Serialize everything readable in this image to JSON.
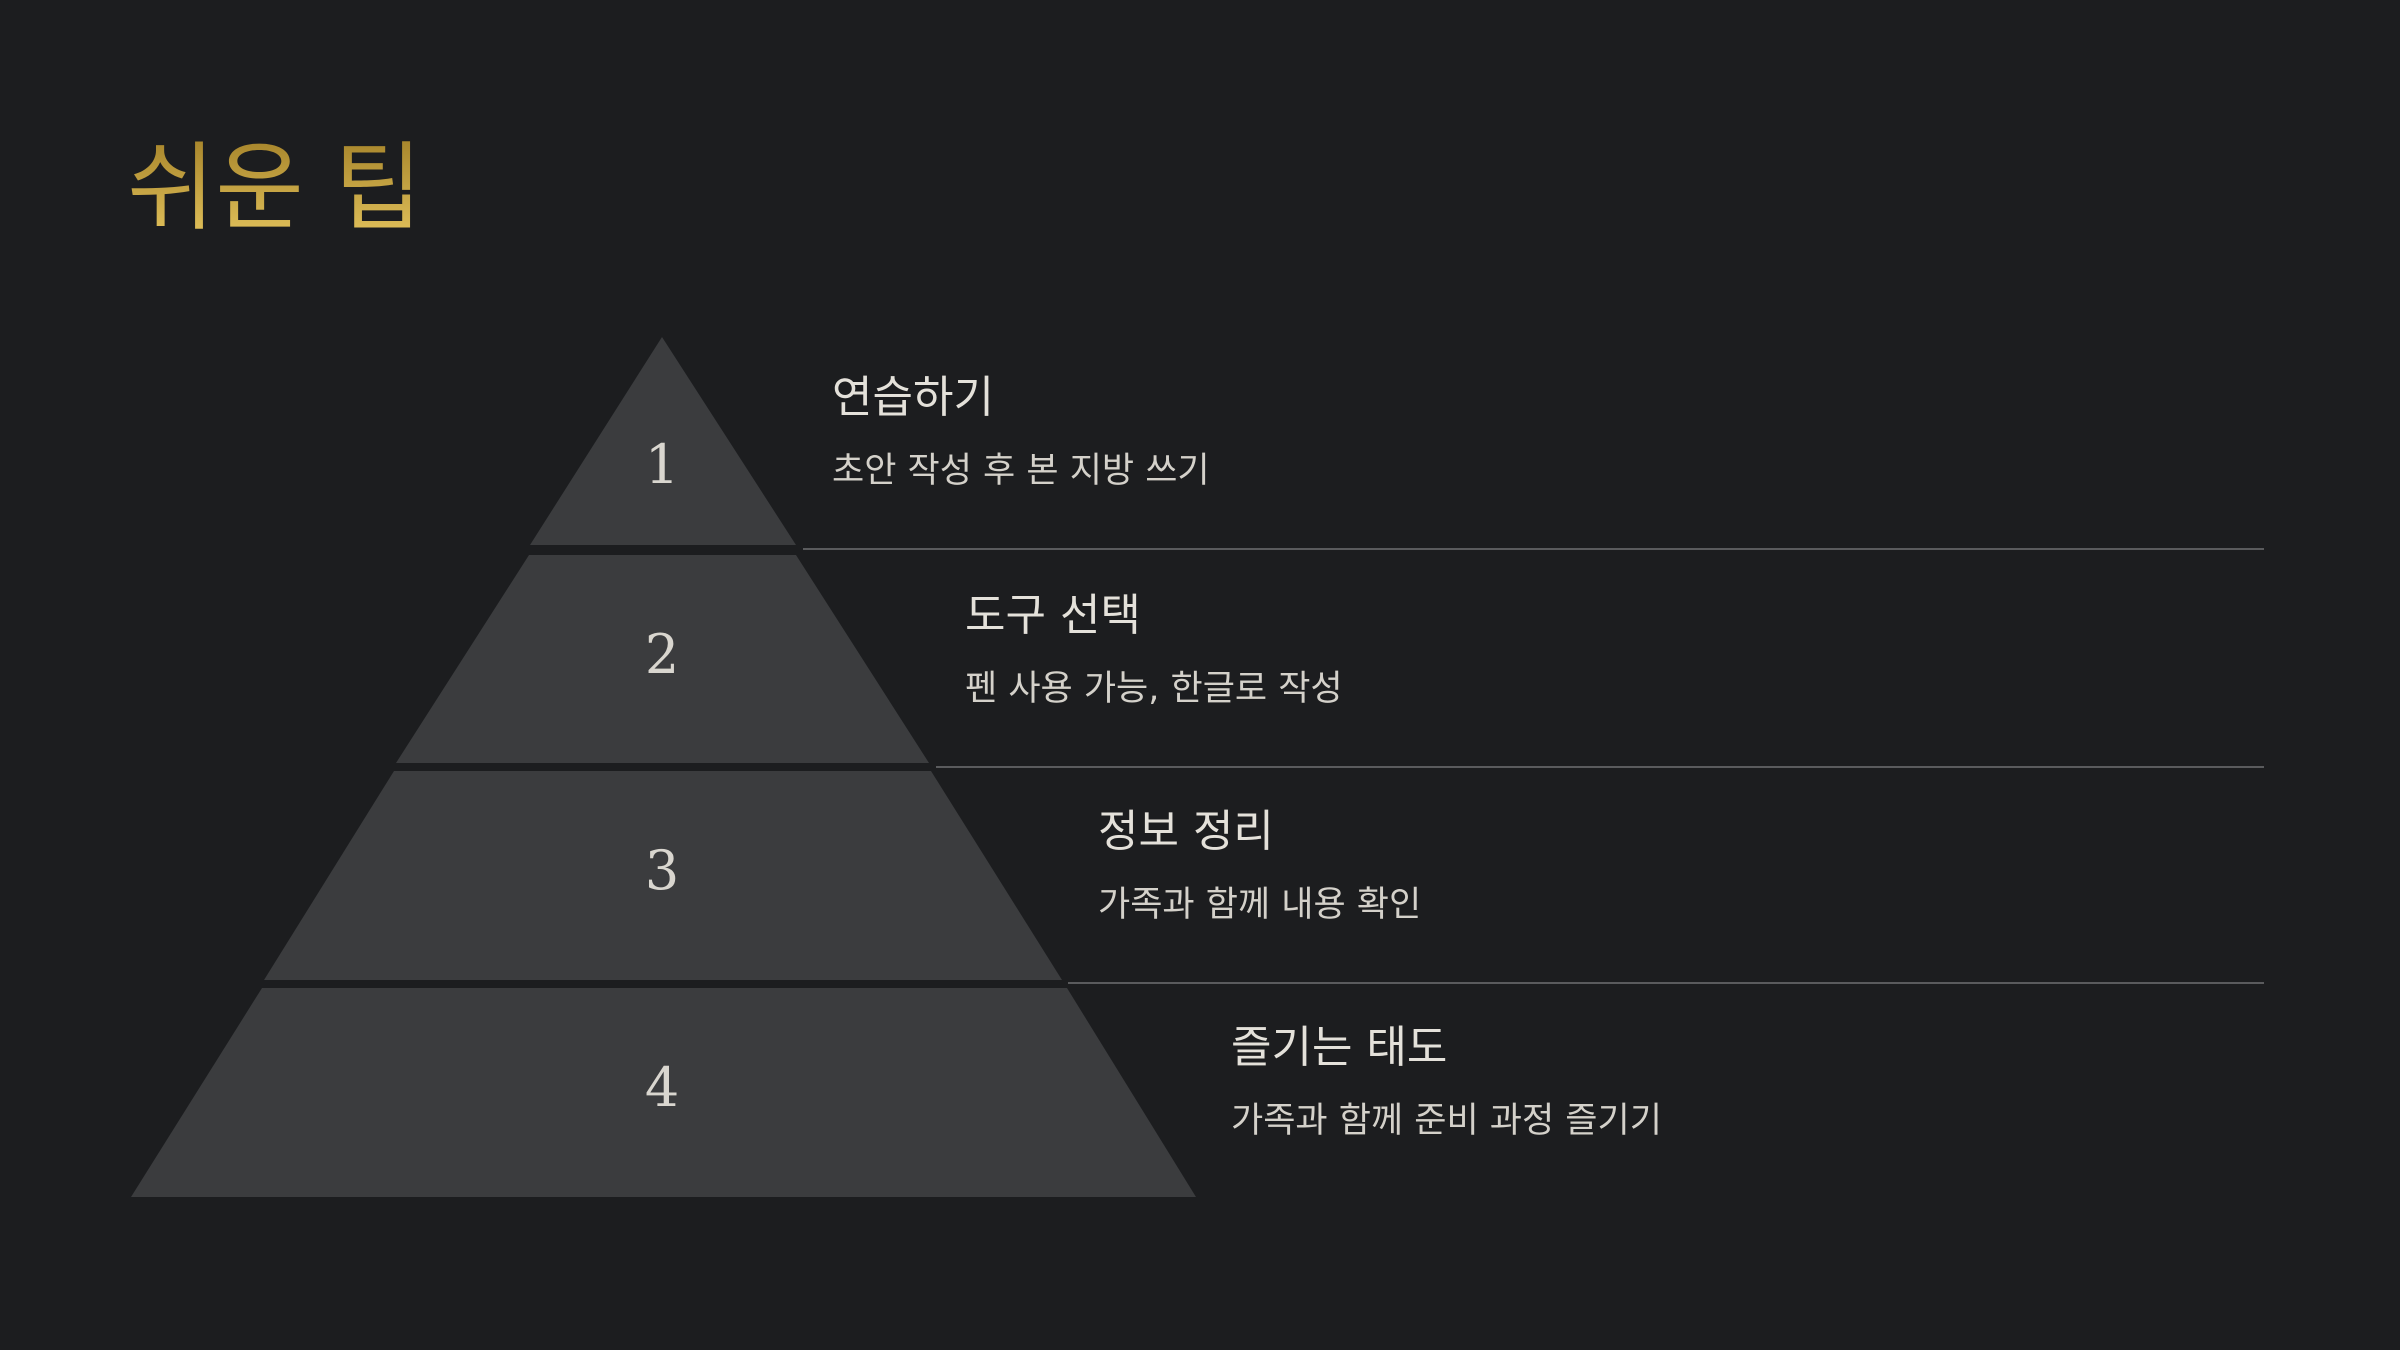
{
  "slide": {
    "title": "쉬운 팁",
    "accent_color": "#c9a13a",
    "background_color": "#1c1d1f",
    "tier_color": "#3b3c3e",
    "divider_color": "#5a5b5d"
  },
  "tiers": [
    {
      "number": "1",
      "title": "연습하기",
      "description": "초안 작성 후 본 지방 쓰기"
    },
    {
      "number": "2",
      "title": "도구 선택",
      "description": "펜 사용 가능, 한글로 작성"
    },
    {
      "number": "3",
      "title": "정보 정리",
      "description": "가족과 함께 내용 확인"
    },
    {
      "number": "4",
      "title": "즐기는 태도",
      "description": "가족과 함께 준비 과정 즐기기"
    }
  ]
}
